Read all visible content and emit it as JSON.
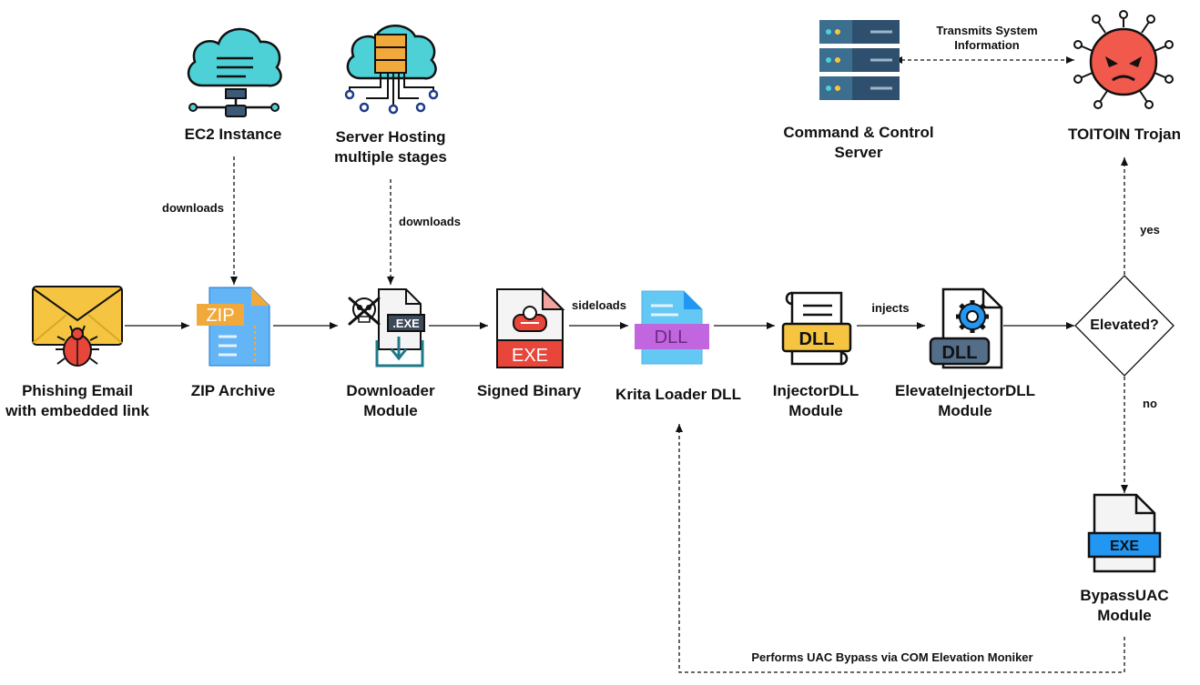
{
  "nodes": {
    "phishing_email": {
      "line1": "Phishing Email",
      "line2": "with embedded link"
    },
    "zip_archive": {
      "label": "ZIP Archive",
      "icon_text": "ZIP"
    },
    "ec2_instance": {
      "label": "EC2 Instance"
    },
    "server_hosting": {
      "line1": "Server Hosting",
      "line2": "multiple stages"
    },
    "downloader": {
      "line1": "Downloader",
      "line2": "Module",
      "icon_text": ".EXE"
    },
    "signed_binary": {
      "label": "Signed Binary",
      "icon_text": "EXE"
    },
    "krita_loader": {
      "label": "Krita Loader DLL",
      "icon_text": "DLL"
    },
    "injector": {
      "line1": "InjectorDLL",
      "line2": "Module",
      "icon_text": "DLL"
    },
    "elevate_injector": {
      "line1": "ElevateInjectorDLL",
      "line2": "Module",
      "icon_text": "DLL"
    },
    "elevated": {
      "label": "Elevated?"
    },
    "c2_server": {
      "line1": "Command & Control",
      "line2": "Server"
    },
    "toitoin": {
      "label": "TOITOIN Trojan"
    },
    "bypassuac": {
      "line1": "BypassUAC",
      "line2": "Module",
      "icon_text": "EXE"
    }
  },
  "edges": {
    "ec2_downloads": "downloads",
    "server_downloads": "downloads",
    "sideloads": "sideloads",
    "injects": "injects",
    "yes": "yes",
    "no": "no",
    "transmits_line1": "Transmits System",
    "transmits_line2": "Information",
    "uac_bypass": "Performs UAC Bypass via COM Elevation Moniker"
  },
  "colors": {
    "envelope": "#f5c542",
    "bug": "#e8463a",
    "cloud": "#4dd0d6",
    "zip_blue": "#2196f3",
    "zip_tag": "#f2a93b",
    "server_navy": "#1e3a5f",
    "server_gray": "#3c5a78",
    "exe_red": "#e8463a",
    "dll_purple": "#c266e0",
    "dll_yellow": "#f5c542",
    "gear_blue": "#2196f3",
    "trojan_red": "#f0594b",
    "exe_blue": "#2196f3",
    "decision_fill": "#ffffff",
    "edge": "#111111"
  }
}
